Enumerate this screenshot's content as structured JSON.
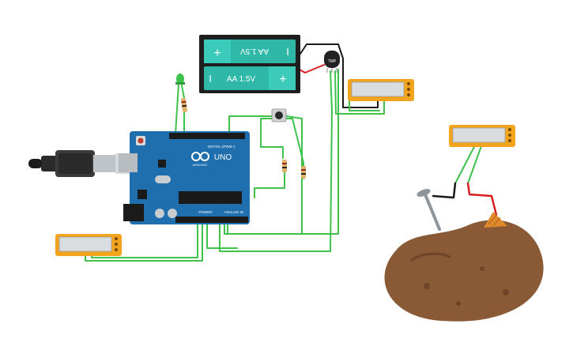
{
  "colors": {
    "wire_green": "#3ec24b",
    "wire_dark_green": "#2e9a3a",
    "wire_red": "#d81e1e",
    "wire_black": "#1a1a1a",
    "board_blue": "#1f6fae",
    "battery_teal": "#2fb8a8",
    "meter_orange": "#f2a51c",
    "potato_brown": "#8a5a36"
  },
  "battery": {
    "cell_top_label": "AA 1.5V",
    "cell_bottom_label": "AA 1.5V",
    "plus": "+",
    "minus": "I"
  },
  "sensor": {
    "label": "TMP"
  },
  "arduino": {
    "logo_text": "UNO",
    "brand_text": "ARDUINO",
    "digital_label": "DIGITAL (PWM~)",
    "power_label": "POWER",
    "analog_label": "ANALOG IN",
    "icon": "infinity-logo-icon"
  },
  "components": {
    "led_color": "green",
    "multimeter_icon": "multimeter-icon",
    "resistor_icon": "resistor-icon",
    "button_icon": "pushbutton-icon",
    "nail_icon": "nail-icon",
    "potato_icon": "potato-icon"
  }
}
